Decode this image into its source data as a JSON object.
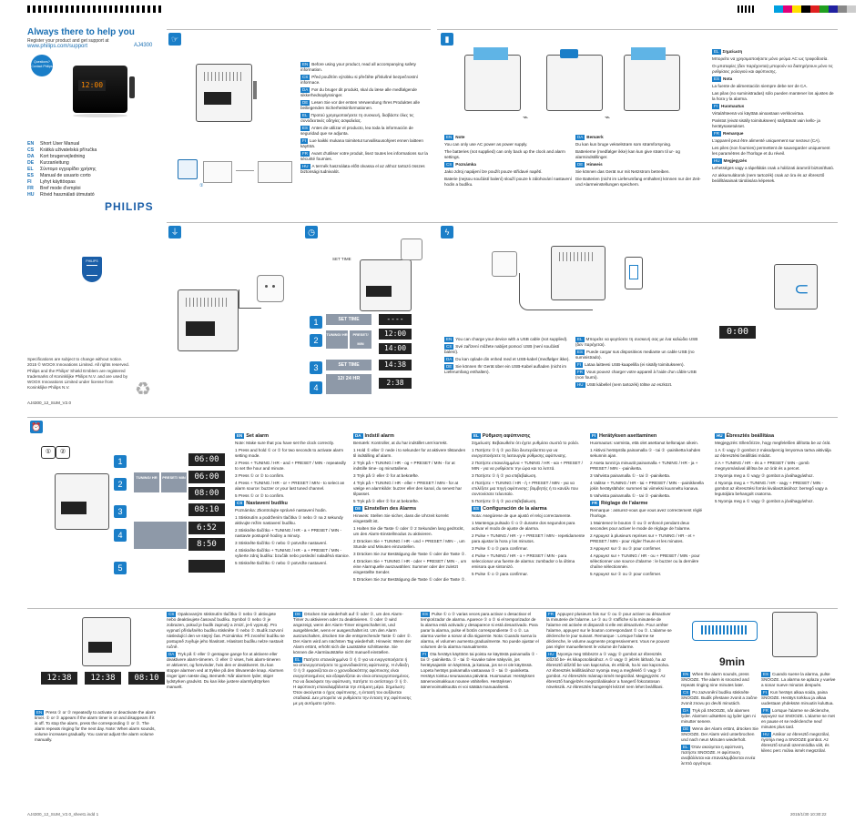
{
  "header": {
    "tagline": "Always there to help you",
    "register_line": "Register your product and get support at",
    "url": "www.philips.com/support",
    "model": "AJ4300",
    "question_badge": "Questions? Contact Philips"
  },
  "languages": [
    {
      "code": "EN",
      "label": "Short User Manual"
    },
    {
      "code": "CS",
      "label": "Krátká uživatelská příručka"
    },
    {
      "code": "DA",
      "label": "Kort brugervejledning"
    },
    {
      "code": "DE",
      "label": "Kurzanleitung"
    },
    {
      "code": "EL",
      "label": "Σύντομο εγχειρίδιο χρήσης"
    },
    {
      "code": "ES",
      "label": "Manual de usuario corto"
    },
    {
      "code": "FI",
      "label": "Lyhyt käyttöopas"
    },
    {
      "code": "FR",
      "label": "Bref mode d'emploi"
    },
    {
      "code": "HU",
      "label": "Rövid használati útmutató"
    }
  ],
  "brand": {
    "name": "PHILIPS",
    "shield": "PHILIPS"
  },
  "legal": {
    "text": "Specifications are subject to change without notice. 2015 © WOOX Innovations Limited. All rights reserved. Philips and the Philips' Shield Emblem are registered trademarks of Koninklijke Philips N.V. and are used by WOOX Innovations Limited under license from Koninklijke Philips N.V.",
    "code": "AJ4300_12_SUM_V2.0"
  },
  "safety": [
    {
      "code": "EN",
      "text": "Before using your product, read all accompanying safety information."
    },
    {
      "code": "CS",
      "text": "Před použitím výrobku si přečtěte příslušné bezpečnostní informace."
    },
    {
      "code": "DA",
      "text": "Før du bruger dit produkt, skal du læse alle medfølgende sikkerhedsoplysninger."
    },
    {
      "code": "DE",
      "text": "Lesen Sie vor der ersten Verwendung Ihres Produktes alle beiliegenden Sicherheitsinformationen."
    },
    {
      "code": "EL",
      "text": "Προτού χρησιμοποιήσετε τη συσκευή, διαβάστε όλες τις συνοδευτικές οδηγίες ασφαλείας."
    },
    {
      "code": "ES",
      "text": "Antes de utilizar el producto, lea toda la información de seguridad que se adjunta."
    },
    {
      "code": "FI",
      "text": "Lue kaikki mukana toimitetut turvallisuusohjeet ennen laitteen käyttöä."
    },
    {
      "code": "FR",
      "text": "Avant d'utiliser votre produit, lisez toutes les informations sur la sécurité fournies."
    },
    {
      "code": "HU",
      "text": "A termék használata előtt olvassa el az ahhoz tartozó összes biztonsági tudnivalót."
    }
  ],
  "battery": {
    "EN_note": "Note",
    "EN_items": [
      "You can only use AC power as power supply.",
      "The batteries (not supplied) can only back up the clock and alarm settings."
    ],
    "CS_note": "Poznámka",
    "CS_items": [
      "Jako zdroj napájení lze použít pouze střídavé napětí.",
      "Baterie (nejsou součástí balení) slouží pouze k zálohování nastavení hodin a budíku."
    ],
    "DA_note": "Bemærk",
    "DA_items": [
      "Du kan kun bruge vekselstrøm som strømforsyning.",
      "Batterierne (medfølger ikke) kan kun give strøm til ur- og alarmindstillinger."
    ],
    "DE_note": "Hinweis",
    "DE_items": [
      "Sie können das Gerät nur mit Netzstrom betreiben.",
      "Die Batterien (nicht im Lieferumfang enthalten) können nur der Zeit- und Alarmeinstellungen speichern."
    ],
    "right": [
      {
        "code": "EL",
        "head": "Σημείωση",
        "items": [
          "Μπορείτε να χρησιμοποιήσετε μόνο ρεύμα AC ως τροφοδοσία.",
          "Οι μπαταρίες (δεν παρέχονται) μπορούν να διατηρήσουν μόνο τις ρυθμίσεις ρολογιού και αφύπνισης."
        ]
      },
      {
        "code": "ES",
        "head": "Nota",
        "items": [
          "La fuente de alimentación siempre debe ser de CA.",
          "Las pilas (no suministradas) sólo pueden mantener los ajustes de la hora y la alarma."
        ]
      },
      {
        "code": "FI",
        "head": "Huomautus",
        "items": [
          "Virtalähteenä voi käyttää ainoastaan verkkovirtaa.",
          "Paristot (eivät sisälly toimitukseen) säilyttävät vain kello- ja herätysasetukset."
        ]
      },
      {
        "code": "FR",
        "head": "Remarque",
        "items": [
          "L'appareil peut être alimenté uniquement sur secteur (CA).",
          "Les piles (non fournies) permettent de sauvegarder uniquement les paramètres de l'horloge et du réveil."
        ]
      },
      {
        "code": "HU",
        "head": "Megjegyzés",
        "items": [
          "Lehetséges vagy a tápellátás csak a hálózati áramról biztosítható.",
          "Az akkumulátorok (nem tartozék) csak az óra és az ébresztő beállításainak tárolására képesek."
        ]
      }
    ]
  },
  "settime": {
    "label_settime": "SET TIME",
    "btn_tuning": "TUNING/ HR",
    "btn_preset": "PRESET/ MIN",
    "label_24": "12/ 24 HR",
    "lcd1": "----",
    "lcd2": "12:00",
    "lcd3": "14:00",
    "lcd4": "14:38",
    "lcd5": "2:38"
  },
  "usb": {
    "items": [
      {
        "code": "EN",
        "text": "You can charge your device with a USB cable (not supplied)."
      },
      {
        "code": "CS",
        "text": "Své zařízení můžete nabíjet pomocí USB (není součástí balení)."
      },
      {
        "code": "DA",
        "text": "Du kan oplade din enhed med et USB-kabel (medfølger ikke)."
      },
      {
        "code": "DE",
        "text": "Sie können Ihr Gerät über ein USB-Kabel aufladen (nicht im Lieferumfang enthalten)."
      },
      {
        "code": "EL",
        "text": "Μπορείτε να φορτίσετε τη συσκευή σας με ένα καλώδιο USB (δεν παρέχεται)."
      },
      {
        "code": "ES",
        "text": "Puede cargar sus dispositivos mediante un cable USB (no suministrado)."
      },
      {
        "code": "FI",
        "text": "Lataa laitteesi USB-kaapelilla (ei sisälly toimitukseen)."
      },
      {
        "code": "FR",
        "text": "Vous pouvez charger votre appareil à l'aide d'un câble USB (non fourni)."
      },
      {
        "code": "HU",
        "text": "USB kábellel (nem tartozék) töltse az eszközt."
      }
    ],
    "display": "0:00"
  },
  "alarm_graphics": {
    "btn_tuning": "TUNING/ HR",
    "btn_preset": "PRESET/ MIN",
    "lcd1": "06:00",
    "lcd2": "06:00",
    "lcd3": "08:00",
    "lcd4": "08:10",
    "lcd5": "6:52",
    "lcd6": "8:50"
  },
  "alarm_en": {
    "title": "Set alarm",
    "note": "Note: Make sure that you have set the clock correctly.",
    "steps": [
      "Press and hold ① or ② for two seconds to activate alarm setting mode.",
      "Press + TUNING / HR - and + PRESET / MIN - repeatedly to set the hour and minute.",
      "Press ① or ② to confirm.",
      "Press + TUNING / HR - or + PRESET / MIN - to select an alarm source: buzzer or your last tuned channel.",
      "Press ① or ② to confirm."
    ]
  },
  "alarm_cs": {
    "title": "Nastavení budíku",
    "note": "Poznámka: Zkontrolujte správné nastavení hodin.",
    "steps": [
      "Stisknutím a podržením tlačítka ① nebo ② na 2 sekundy aktivujte režim nastavení budíku.",
      "Stiskněte tlačítko + TUNING / HR - a + PRESET / MIN - nastavte postupně hodiny a minuty.",
      "Stiskněte tlačítko ① nebo ② potvrďte nastavení.",
      "Stiskněte tlačítko + TUNING / HR - a + PRESET / MIN - vyberte zdroj budíku: bzučák nebo poslední naladěná stanice.",
      "Stiskněte tlačítko ① nebo ② potvrďte nastavení."
    ]
  },
  "alarm_da": {
    "title": "Indstil alarm",
    "note": "Bemærk: Kontroller, at du har indstillet uret korrekt.",
    "steps": [
      "Hold ① eller ② nede i to sekunder for at aktivere tilstanden til indstilling af alarm.",
      "Tryk på + TUNING / HR - og + PRESET / MIN - for at indstille time- og minuttallene.",
      "Tryk på ① eller ② for at bekræfte.",
      "Tryk på + TUNING / HR - eller + PRESET / MIN - for at vælge en alarmkilde: buzzer eller den kanal, du senest har tilpasset.",
      "Tryk på ① eller ② for at bekræfte."
    ]
  },
  "alarm_de": {
    "title": "Einstellen des Alarms",
    "note": "Hinweis: Stellen Sie sicher, dass die Uhrzeit korrekt eingestellt ist.",
    "steps": [
      "Halten Sie die Taste ① oder ② 2 Sekunden lang gedrückt, um den Alarm-Einstellmodus zu aktivieren.",
      "Drücken Sie + TUNING / HR - und + PRESET / MIN - , um Stunde und Minuten einzustellen.",
      "Drücken Sie zur Bestätigung die Taste ① oder die Taste ②.",
      "Drücken Sie + TUNING / HR - oder + PRESET / MIN - , um eine Alarmquelle auszuwählen: Summer oder der zuletzt eingestellte Sender.",
      "Drücken Sie zur Bestätigung die Taste ① oder die Taste ②."
    ]
  },
  "alarm_el": {
    "title": "Ρύθμιση αφύπνισης",
    "note": "Σημείωση: Βεβαιωθείτε ότι έχετε ρυθμίσει σωστά το ρολόι.",
    "steps": [
      "Πατήστε ① ή ② για δύο δευτερόλεπτα για να ενεργοποιήσετε τη λειτουργία ρύθμισης αφύπνισης.",
      "Πατήστε επανειλημμένα + TUNING / HR - και + PRESET / MIN - για να ρυθμίσετε την ώρα και τα λεπτά.",
      "Πατήστε ① ή ② για επιβεβαίωση.",
      "Πατήστε + TUNING / HR - ή + PRESET / MIN - για να επιλέξετε μια πηγή αφύπνισης: βομβητής ή το κανάλι που συντονίσατε τελευταίο.",
      "Πατήστε ① ή ② για επιβεβαίωση."
    ]
  },
  "alarm_es": {
    "title": "Configuración de la alarma",
    "note": "Nota: Asegúrese de que ajustó el reloj correctamente.",
    "steps": [
      "Mantenga pulsado ① o ② durante dos segundos para activar el modo de ajuste de alarma.",
      "Pulse + TUNING / HR - y + PRESET / MIN - repetidamente para ajustar la hora y los minutos.",
      "Pulse ① o ② para confirmar.",
      "Pulse + TUNING / HR - o + PRESET / MIN - para seleccionar una fuente de alarma: zumbador o la última emisora que sintonizó.",
      "Pulse ① o ② para confirmar."
    ]
  },
  "alarm_fi": {
    "title": "Herätyksen asettaminen",
    "note": "Huomautus: varmista, että olet asettanut kellonajan oikein.",
    "steps": [
      "Aktivoi herätystila painamalla ① - tai ② -painiketta kahden sekunnin ajan.",
      "Aseta tunnit ja minuutit painamalla + TUNING / HR - ja + PRESET / MIN - -painiketta.",
      "Vahvista painamalla ① - tai ② -painiketta.",
      "Valitse + TUNING / HR - tai + PRESET / MIN - -painikkeella jokin herätyslähde: summeri tai viimeksi kuunneltu kanava.",
      "Vahvista painamalla ① - tai ② -painiketta."
    ]
  },
  "alarm_fr": {
    "title": "Réglage de l'alarme",
    "note": "Remarque : assurez-vous que vous avez correctement réglé l'horloge.",
    "steps": [
      "Maintenez le bouton ① ou ② enfoncé pendant deux secondes pour activer le mode de réglage de l'alarme.",
      "Appuyez à plusieurs reprises sur + TUNING / HR - et + PRESET / MIN - pour régler l'heure et les minutes.",
      "Appuyez sur ① ou ② pour confirmer.",
      "Appuyez sur + TUNING / HR - ou + PRESET / MIN - pour sélectionner une source d'alarme : le buzzer ou la dernière chaîne sélectionnée.",
      "Appuyez sur ① ou ② pour confirmer."
    ]
  },
  "alarm_hu": {
    "title": "Ébresztés beállítása",
    "note": "Megjegyzés: Ellenőrizze, hogy megfelelően állította be az órát.",
    "steps": [
      "A ① vagy ② gombot 2 másodpercig lenyomva tartva aktiválja az ébresztési beállítási módot.",
      "A + TUNING / HR - és a + PRESET / MIN - gomb megnyomásával állítsa be az órát és a percet.",
      "Nyomja meg a ① vagy ② gombot a jóváhagyáshoz.",
      "Nyomja meg a + TUNING / HR - vagy + PRESET / MIN - gombot az ébresztési forrás kiválasztásához: berregő vagy a legutoljára behangolt csatorna.",
      "Nyomja meg a ① vagy ② gombot a jóváhagyáshoz."
    ]
  },
  "bottom": {
    "lcd1": "12:38",
    "lcd2": "12:38",
    "lcd3": "08:10",
    "snooze": "9min",
    "col1": [
      {
        "code": "EN",
        "text": "Press ① or ② repeatedly to activate or deactivate the alarm timer. ① or ② appears if the alarm timer is on and disappears if it is off. To stop the alarm, press the corresponding ① or ②. The alarm repeats ringing for the next day. Note: When alarm sounds, volume increases gradually. You cannot adjust the alarm volume manually."
      },
      {
        "code": "CS",
        "text": "Opakovaným stisknutím tlačítka ① nebo ② aktivujete nebo deaktivujete časovač budíku. Symbol ① nebo ② je zobrazen, pokud je budík zapnutý a zmizí, je-li vypnutý. Pro vypnutí příslušného budíku stiskněte ① nebo ②. Budík zazvoní následující den ve stejný čas. Poznámka: Při zvonění budíku se postupně zvyšuje jeho hlasitost. Hlasitost budíku nelze nastavit ručně."
      },
      {
        "code": "DA",
        "text": "Tryk på ① eller ② gentagne gange for at aktivere eller deaktivere alarm-timeren. ① eller ② vises, hvis alarm-timeren er aktiveret, og forsvinder, hvis den er deaktiveret. Du kan stoppe alarmen ved at trykke på den tilsvarende knap. Alarmen ringer igen næste dag. Bemærk: Når alarmen lyder, stiger lydstyrken gradvist. Du kan ikke justere alarmlydstyrken manuelt."
      }
    ],
    "col2": [
      {
        "code": "DE",
        "text": "Drücken Sie wiederholt auf ① oder ②, um den Alarm-Timer zu aktivieren oder zu deaktivieren. ① oder ② wird angezeigt, wenn der Alarm-Timer eingeschaltet ist, und ausgeblendet, wenn er ausgeschaltet ist. Um den Alarm auszuschalten, drücken Sie die entsprechende Taste ① oder ②. Der Alarm wird am nächsten Tag wiederholt. Hinweis: Wenn der Alarm ertönt, erhöht sich die Lautstärke schrittweise. Sie können die Alarmlautstärke nicht manuell einstellen."
      },
      {
        "code": "EL",
        "text": "Πατήστε επανειλημμένα ① ή ② για να ενεργοποιήσετε ή να απενεργοποιήσετε το χρονοδιακόπτη αφύπνισης. Η ένδειξη ① ή ② εμφανίζεται αν ο χρονοδιακόπτης αφύπνισης είναι ενεργοποιημένος και εξαφανίζεται αν είναι απενεργοποιημένος. Για να διακόψετε την αφύπνιση, πατήστε το αντίστοιχο ① ή ②. Η αφύπνιση επαναλαμβάνεται την επόμενη μέρα. Σημείωση: Όταν ακούγεται ο ήχος αφύπνισης, η έντασή του αυξάνεται σταδιακά. Δεν μπορείτε να ρυθμίσετε την ένταση της αφύπνισης με μη αυτόματο τρόπο."
      }
    ],
    "col3": [
      {
        "code": "ES",
        "text": "Pulse ① o ② varias veces para activar o desactivar el temporizador de alarma. Aparece ① o ② si el temporizador de la alarma está activado y desaparece si está desactivado. Para parar la alarma, pulse el botón correspondiente ① o ②. La alarma vuelve a sonar al día siguiente. Nota: Cuando suena la alarma, el volumen aumenta gradualmente. No puede ajustar el volumen de la alarma manualmente."
      },
      {
        "code": "FI",
        "text": "Ota herätys käyttöön tai poista se käytöstä painamalla ① - tai ② -painiketta. ① - tai ② -kuvake tulee näkyviin, jos herätysajastin on käytössä, ja katoaa, jos se ei ole käytössä. Lopeta herätys painamalla vastaavaa ① - tai ② -painiketta. Herätys toistuu seuraavana päivänä. Huomautus: Herätyksen äänenvoimakkuus nousee vähitellen. Herätyksen äänenvoimakkuutta ei voi säätää manuaalisesti."
      }
    ],
    "col4": [
      {
        "code": "FR",
        "text": "Appuyez plusieurs fois sur ① ou ② pour activer ou désactiver la minuterie de l'alarme. Le ① ou ② s'affiche si la minuterie de l'alarme est activée et disparaît si elle est désactivée. Pour arrêter l'alarme, appuyez sur le bouton correspondant ① ou ②. L'alarme se déclenche le jour suivant. Remarque : Lorsque l'alarme se déclenche, le volume augmente progressivement. Vous ne pouvez pas régler manuellement le volume de l'alarme."
      },
      {
        "code": "HU",
        "text": "Nyomja meg többször a ① vagy ② gombot az ébresztés időzítő be- és kikapcsolásához. A ① vagy ② jelzés látható, ha az ébresztő időzítő be van kapcsolva, és eltűnik, ha ki van kapcsolva. Az ébresztés leállításához nyomja meg a megfelelő ① vagy ② gombot. Az ébresztés másnap ismét megszólal. Megjegyzés: Az ébresztő hangjelzés megszólalásakor a hangerő fokozatosan növekszik. Az ébresztés hangerejét kézzel nem lehet beállítani."
      }
    ],
    "col5": [
      {
        "code": "EN",
        "text": "When the alarm sounds, press SNOOZE. The alarm is snoozed and repeats ringing nine minutes later."
      },
      {
        "code": "CS",
        "text": "Po zazvonění budíku stiskněte SNOOZE. Budík přestane zvonit a začne zvonit znovu po devíti minutách."
      },
      {
        "code": "DA",
        "text": "Tryk på SNOOZE, når alarmen lyder. Alarmen udsættes og lyder igen ni minutter senere."
      },
      {
        "code": "DE",
        "text": "Wenn der Alarm ertönt, drücken Sie SNOOZE. Der Alarm wird unterbrochen und nach neun Minuten wiederholt."
      },
      {
        "code": "EL",
        "text": "Όταν ακούγεται η αφύπνιση, πατήστε SNOOZE. Η αφύπνιση αναβάλλεται και επαναλαμβάνεται εννέα λεπτά αργότερα."
      }
    ],
    "col6": [
      {
        "code": "ES",
        "text": "Cuando suene la alarma, pulse SNOOZE. La alarma se aplaza y vuelve a sonar nueve minutos después."
      },
      {
        "code": "FI",
        "text": "Kun herätys alkaa soida, paina SNOOZE. Herätys torkkuu ja alkaa uudestaan yhdeksän minuutin kuluttua."
      },
      {
        "code": "FR",
        "text": "Lorsque l'alarme se déclenche, appuyez sur SNOOZE. L'alarme se met en pause et se redéclenche neuf minutes plus tard."
      },
      {
        "code": "HU",
        "text": "Amikor az ébresztő megszólal, nyomja meg a SNOOZE gombot. Az ébresztő szundi üzemmódba vált, és kilenc perc múlva ismét megszólal."
      }
    ]
  },
  "footer": {
    "file": "AJ4300_12_SUM_V2.0_sheet1.indd   1",
    "date": "2015/1/30   10:30:22"
  }
}
